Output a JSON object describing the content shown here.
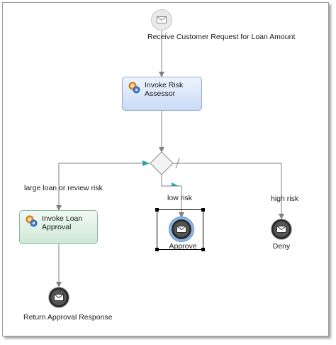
{
  "nodes": {
    "start_event": {
      "label": "Receive Customer Request for Loan Amount"
    },
    "risk_task": {
      "label_line1": "Invoke Risk",
      "label_line2": "Assessor",
      "icon": "gears-icon"
    },
    "gateway": {
      "type": "exclusive"
    },
    "approval_task": {
      "label_line1": "Invoke Loan",
      "label_line2": "Approval",
      "icon": "gears-icon"
    },
    "return_event": {
      "label": "Return Approval Response"
    },
    "approve_event": {
      "label": "Approve"
    },
    "deny_event": {
      "label": "Deny"
    }
  },
  "edges": {
    "large_loan": {
      "label": "large loan or review risk"
    },
    "low_risk": {
      "label": "low risk"
    },
    "high_risk": {
      "label": "high risk"
    }
  },
  "colors": {
    "task_blue": "#c9dbf6",
    "task_green": "#cfe8d8",
    "default_flow_marker": "#2aa7a0",
    "connector": "#808080"
  }
}
